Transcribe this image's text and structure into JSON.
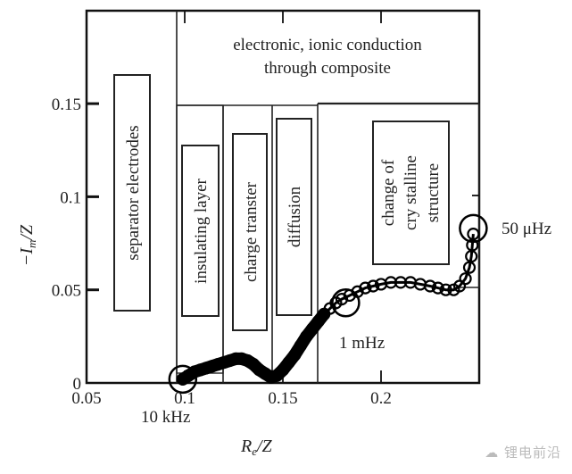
{
  "chart_data": {
    "type": "scatter",
    "title": "",
    "xlabel": "R_e/Z",
    "xlabel_main": "R",
    "xlabel_sub": "e",
    "xlabel_tail": "/Z",
    "ylabel": "−I_m/Z",
    "ylabel_main": "−I",
    "ylabel_sub": "m",
    "ylabel_tail": "/Z",
    "xlim": [
      0.05,
      0.2477
    ],
    "ylim": [
      0,
      0.2
    ],
    "grid": false,
    "x_ticks": [
      {
        "value": 0.05,
        "label": "0.05"
      },
      {
        "value": 0.1,
        "label": "0.1"
      },
      {
        "value": 0.15,
        "label": "0.15"
      },
      {
        "value": 0.2,
        "label": "0.2"
      }
    ],
    "y_ticks": [
      {
        "value": 0,
        "label": "0"
      },
      {
        "value": 0.05,
        "label": "0.05"
      },
      {
        "value": 0.1,
        "label": "0.1"
      },
      {
        "value": 0.15,
        "label": "0.15"
      }
    ],
    "series": [
      {
        "name": "impedance",
        "marker": "open-circle",
        "x": [
          0.099,
          0.102,
          0.105,
          0.108,
          0.111,
          0.114,
          0.117,
          0.12,
          0.123,
          0.126,
          0.129,
          0.132,
          0.135,
          0.138,
          0.141,
          0.144,
          0.147,
          0.15,
          0.153,
          0.156,
          0.159,
          0.162,
          0.165,
          0.168,
          0.171,
          0.174,
          0.177,
          0.18,
          0.184,
          0.188,
          0.192,
          0.196,
          0.2,
          0.205,
          0.21,
          0.215,
          0.22,
          0.225,
          0.229,
          0.233,
          0.237,
          0.24,
          0.243,
          0.245,
          0.246,
          0.2465,
          0.247
        ],
        "y": [
          0.002,
          0.004,
          0.006,
          0.007,
          0.008,
          0.009,
          0.01,
          0.011,
          0.012,
          0.013,
          0.013,
          0.012,
          0.01,
          0.007,
          0.005,
          0.003,
          0.004,
          0.007,
          0.011,
          0.015,
          0.02,
          0.025,
          0.029,
          0.033,
          0.037,
          0.04,
          0.043,
          0.045,
          0.047,
          0.049,
          0.051,
          0.052,
          0.053,
          0.054,
          0.054,
          0.054,
          0.053,
          0.052,
          0.051,
          0.05,
          0.05,
          0.052,
          0.056,
          0.062,
          0.068,
          0.074,
          0.08
        ]
      }
    ],
    "annotations": [
      {
        "text": "10 kHz",
        "x": 0.099,
        "y": 0.002
      },
      {
        "text": "1 mHz",
        "x": 0.182,
        "y": 0.043
      },
      {
        "text": "50 μHz",
        "x": 0.247,
        "y": 0.083
      }
    ],
    "regions": [
      {
        "label": "separator electrodes",
        "x_range": [
          0.05,
          0.0905
        ],
        "y_top": 0.2
      },
      {
        "label": "insulating layer",
        "x_range": [
          0.0905,
          0.1141
        ],
        "y_top": 0.149
      },
      {
        "label": "charge transter",
        "x_range": [
          0.1141,
          0.1391
        ],
        "y_top": 0.149
      },
      {
        "label": "diffusion",
        "x_range": [
          0.1391,
          0.1623
        ],
        "y_top": 0.149
      },
      {
        "label_lines": [
          "change of",
          "cry stalline",
          "structure"
        ],
        "x_range": [
          0.1623,
          0.2477
        ],
        "y_top": 0.15
      }
    ],
    "top_region": {
      "label_lines": [
        "electronic, ionic conduction",
        "through composite"
      ],
      "x_range": [
        0.0905,
        0.2477
      ]
    }
  },
  "watermark": "锂电前沿"
}
